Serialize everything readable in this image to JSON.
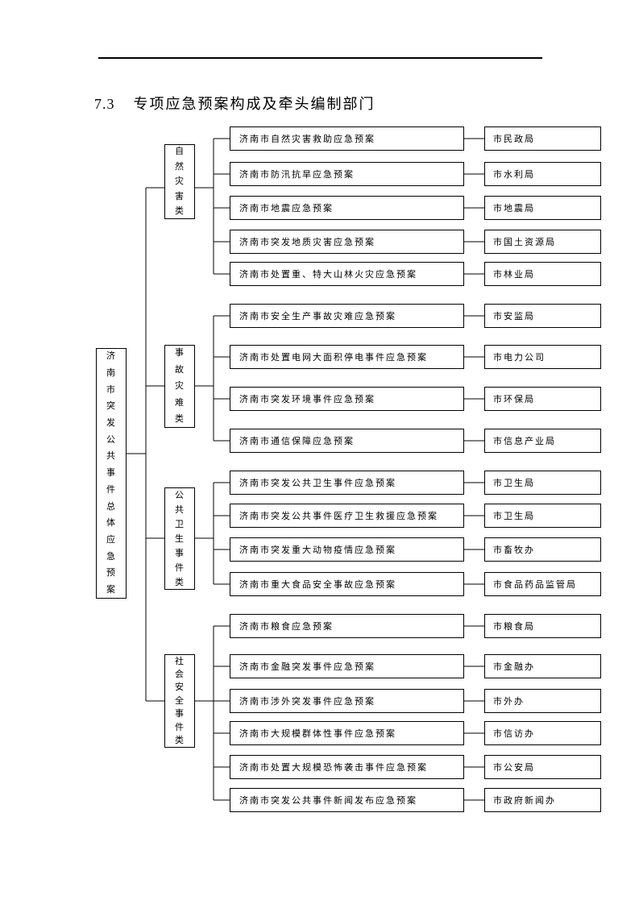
{
  "title": {
    "number": "7.3",
    "text": "专项应急预案构成及牵头编制部门"
  },
  "root": {
    "label": "济南市突发公共事件总体应急预案"
  },
  "categories": [
    {
      "label": "自然灾害类",
      "plans": [
        {
          "plan": "济南市自然灾害救助应急预案",
          "dept": "市民政局"
        },
        {
          "plan": "济南市防汛抗旱应急预案",
          "dept": "市水利局"
        },
        {
          "plan": "济南市地震应急预案",
          "dept": "市地震局"
        },
        {
          "plan": "济南市突发地质灾害应急预案",
          "dept": "市国土资源局"
        },
        {
          "plan": "济南市处置重、特大山林火灾应急预案",
          "dept": "市林业局"
        }
      ]
    },
    {
      "label": "事故灾难类",
      "plans": [
        {
          "plan": "济南市安全生产事故灾难应急预案",
          "dept": "市安监局"
        },
        {
          "plan": "济南市处置电网大面积停电事件应急预案",
          "dept": "市电力公司"
        },
        {
          "plan": "济南市突发环境事件应急预案",
          "dept": "市环保局"
        },
        {
          "plan": "济南市通信保障应急预案",
          "dept": "市信息产业局"
        }
      ]
    },
    {
      "label": "公共卫生事件类",
      "plans": [
        {
          "plan": "济南市突发公共卫生事件应急预案",
          "dept": "市卫生局"
        },
        {
          "plan": "济南市突发公共事件医疗卫生救援应急预案",
          "dept": "市卫生局"
        },
        {
          "plan": "济南市突发重大动物疫情应急预案",
          "dept": "市畜牧办"
        },
        {
          "plan": "济南市重大食品安全事故应急预案",
          "dept": "市食品药品监管局"
        }
      ]
    },
    {
      "label": "社会安全事件类",
      "plans": [
        {
          "plan": "济南市粮食应急预案",
          "dept": "市粮食局"
        },
        {
          "plan": "济南市金融突发事件应急预案",
          "dept": "市金融办"
        },
        {
          "plan": "济南市涉外突发事件应急预案",
          "dept": "市外办"
        },
        {
          "plan": "济南市大规模群体性事件应急预案",
          "dept": "市信访办"
        },
        {
          "plan": "济南市处置大规模恐怖袭击事件应急预案",
          "dept": "市公安局"
        },
        {
          "plan": "济南市突发公共事件新闻发布应急预案",
          "dept": "市政府新闻办"
        }
      ]
    }
  ],
  "colors": {
    "line": "#000000",
    "background": "#ffffff",
    "text": "#000000"
  }
}
